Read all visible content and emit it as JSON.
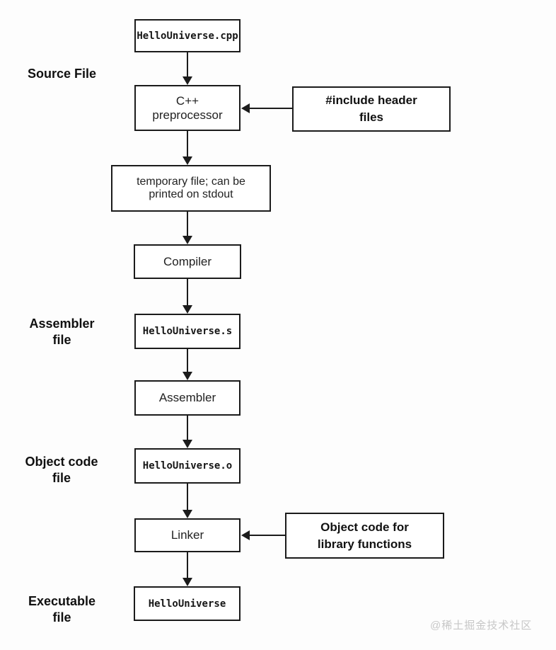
{
  "nodes": {
    "source_file": "HelloUniverse.cpp",
    "preprocessor": "C++\npreprocessor",
    "temp_file": "temporary file; can be\nprinted on stdout",
    "compiler": "Compiler",
    "assembler_file": "HelloUniverse.s",
    "assembler": "Assembler",
    "object_file": "HelloUniverse.o",
    "linker": "Linker",
    "executable": "HelloUniverse"
  },
  "side_labels": {
    "source": "Source File",
    "assembler": "Assembler\nfile",
    "object": "Object code\nfile",
    "executable": "Executable\nfile"
  },
  "annotations": {
    "include_headers": "#include header\nfiles",
    "library_objects": "Object code for\nlibrary functions"
  },
  "watermark": "@稀土掘金技术社区",
  "colors": {
    "line": "#1b1b1b",
    "background": "#fdfdfd",
    "watermark": "#c7c7c7"
  }
}
